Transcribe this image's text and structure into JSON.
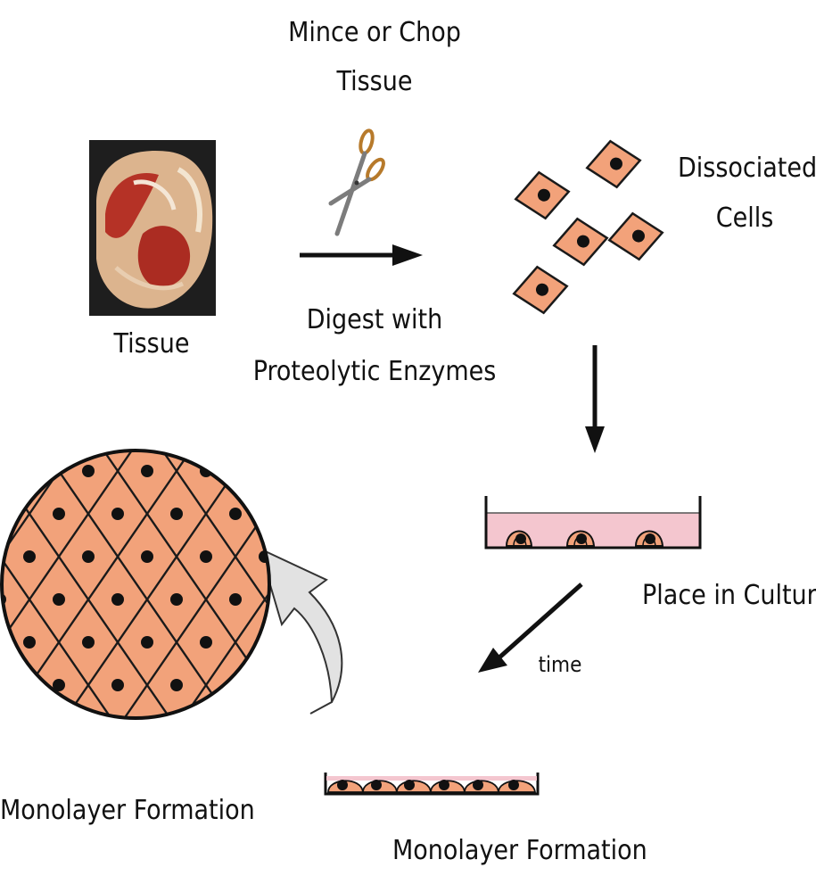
{
  "labels": {
    "mince_line1": "Mince or Chop",
    "mince_line2": "Tissue",
    "tissue": "Tissue",
    "digest_line1": "Digest with",
    "digest_line2": "Proteolytic Enzymes",
    "dissociated_line1": "Dissociated",
    "dissociated_line2": "Cells",
    "place_in_culture": "Place in Culture",
    "time": "time",
    "monolayer_formation_dish": "Monolayer Formation",
    "monolayer_formation_circle": "Monolayer Formation"
  },
  "colors": {
    "cell_fill": "#f2a27a",
    "cell_outline": "#1a1a1a",
    "nucleus": "#111111",
    "medium": "#f4c6cf",
    "arrow": "#111111",
    "curved_arrow_fill": "#e2e2e2",
    "tissue_background": "#1e1e1e",
    "tissue_flesh": "#d9b08c",
    "tissue_blood": "#b0241b"
  },
  "icons": {
    "scissors": "scissors-icon",
    "tissue_photo": "tissue-sample-image"
  }
}
